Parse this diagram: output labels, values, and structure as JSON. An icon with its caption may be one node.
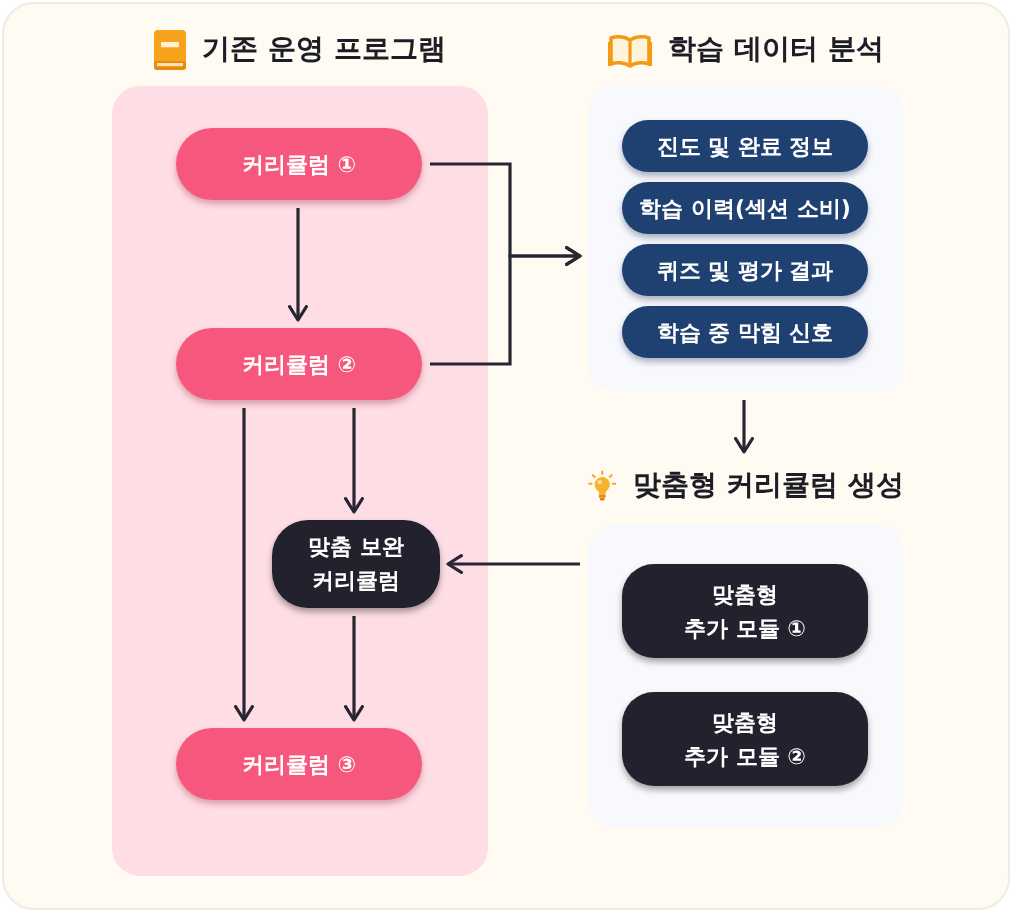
{
  "diagram": {
    "nodes": [
      {
        "text": [
          "기존 운영 프로그램"
        ]
      },
      {
        "text": [
          "커리큘럼 ①"
        ],
        "in": 0
      },
      {
        "text": [
          "커리큘럼 ②"
        ],
        "in": 0
      },
      {
        "text": [
          "맞춤 보완 커리큘럼"
        ],
        "in": 0
      },
      {
        "text": [
          "커리큘럼 ③"
        ],
        "in": 0
      },
      {
        "text": [
          "학습 데이터 분석"
        ]
      },
      {
        "text": [
          "진도 및 완료 정보"
        ],
        "in": 5
      },
      {
        "text": [
          "학습 이력(섹션 소비)"
        ],
        "in": 5
      },
      {
        "text": [
          "퀴즈 및 평가 결과"
        ],
        "in": 5
      },
      {
        "text": [
          "학습 중 막힘 신호"
        ],
        "in": 5
      },
      {
        "text": [
          "맞춤형 커리큘럼 생성"
        ]
      },
      {
        "text": [
          "맞춤형 추가 모듈 ①"
        ],
        "in": 10
      },
      {
        "text": [
          "맞춤형 추가 모듈 ②"
        ],
        "in": 10
      }
    ],
    "edges": [
      {
        "from": 1,
        "to": 2,
        "arrow": "to"
      },
      {
        "from": 2,
        "to": 4,
        "arrow": "to"
      },
      {
        "from": 2,
        "to": 3,
        "arrow": "to"
      },
      {
        "from": 3,
        "to": 4,
        "arrow": "to"
      },
      {
        "from": 1,
        "to": 5,
        "arrow": "to"
      },
      {
        "from": 2,
        "to": 5,
        "arrow": "to"
      },
      {
        "from": 5,
        "to": 10,
        "arrow": "to"
      },
      {
        "from": 10,
        "to": 3,
        "arrow": "to"
      }
    ]
  }
}
